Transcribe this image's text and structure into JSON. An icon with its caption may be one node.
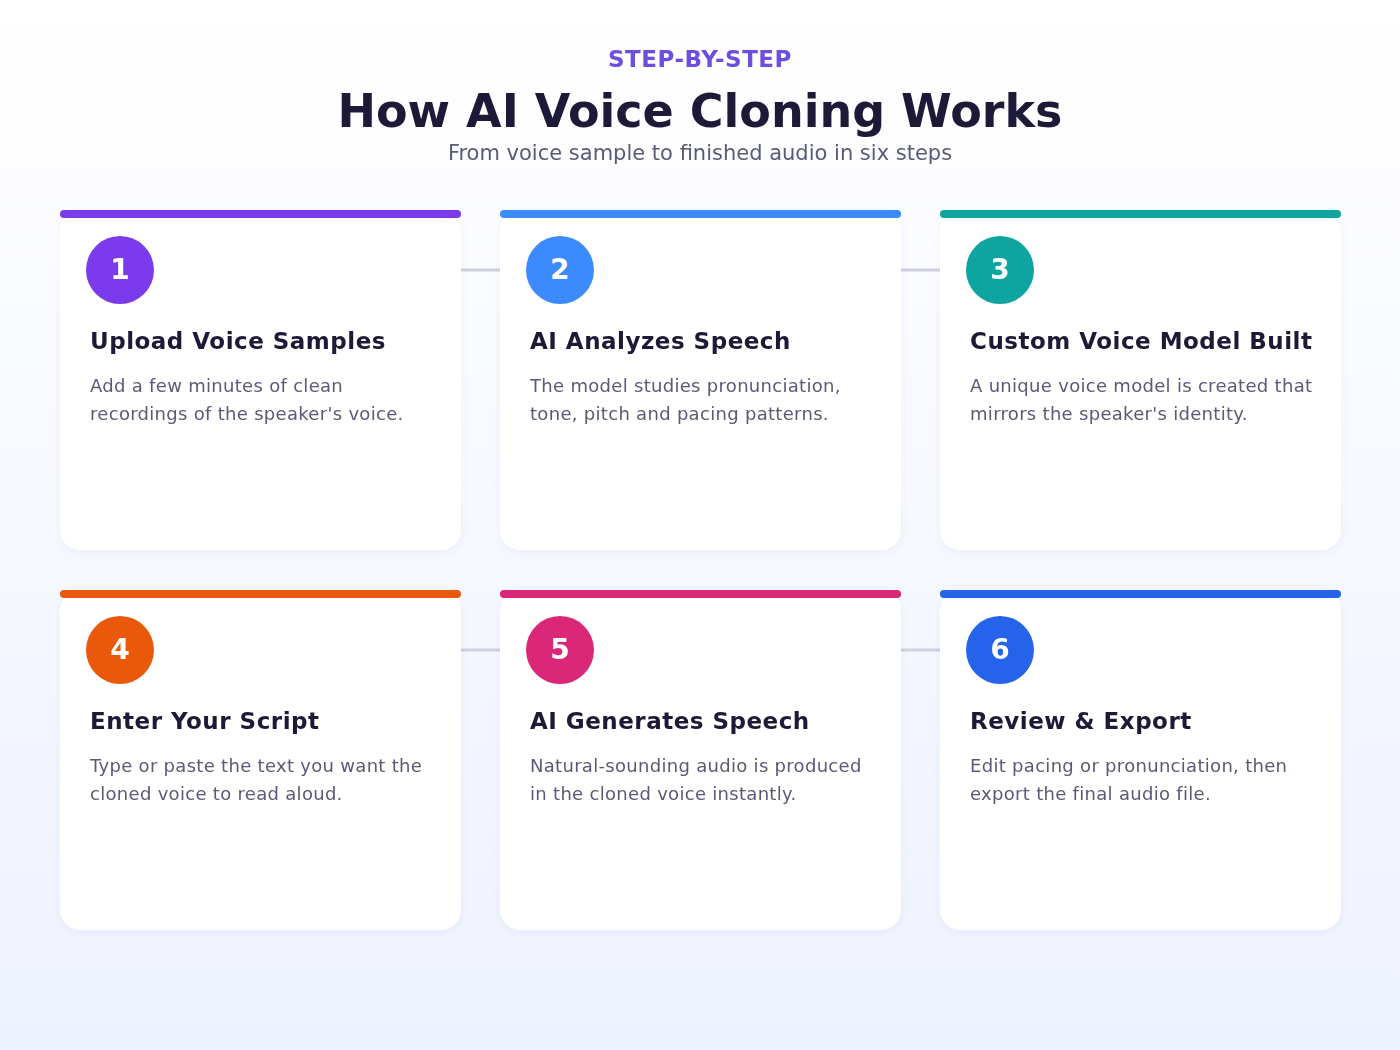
{
  "diagram": {
    "title": "How AI Voice Cloning Works",
    "nodes": [
      {
        "text": [
          "Upload Voice Samples",
          "Add a few minutes of clean recordings of the speaker's voice."
        ]
      },
      {
        "text": [
          "1"
        ],
        "in": 0
      },
      {
        "text": [
          "AI Analyzes Speech",
          "The model studies pronunciation, tone, pitch and pacing patterns."
        ]
      },
      {
        "text": [
          "2"
        ],
        "in": 2
      },
      {
        "text": [
          "Custom Voice Model Built",
          "A unique voice model is created that mirrors the speaker's identity."
        ]
      },
      {
        "text": [
          "3"
        ],
        "in": 4
      },
      {
        "text": [
          "Enter Your Script",
          "Type or paste the text you want the cloned voice to read aloud."
        ]
      },
      {
        "text": [
          "4"
        ],
        "in": 6
      },
      {
        "text": [
          "AI Generates Speech",
          "Natural-sounding audio is produced in the cloned voice instantly."
        ]
      },
      {
        "text": [
          "5"
        ],
        "in": 8
      },
      {
        "text": [
          "Review & Export",
          "Edit pacing or pronunciation, then export the final audio file."
        ]
      },
      {
        "text": [
          "6"
        ],
        "in": 10
      }
    ],
    "edges": [
      {
        "from": 0,
        "to": 2,
        "arrow": "none"
      },
      {
        "from": 2,
        "to": 4,
        "arrow": "none"
      },
      {
        "from": 6,
        "to": 8,
        "arrow": "none"
      },
      {
        "from": 8,
        "to": 10,
        "arrow": "none"
      }
    ],
    "labels": [
      "STEP-BY-STEP",
      "From voice sample to finished audio in six steps"
    ]
  }
}
